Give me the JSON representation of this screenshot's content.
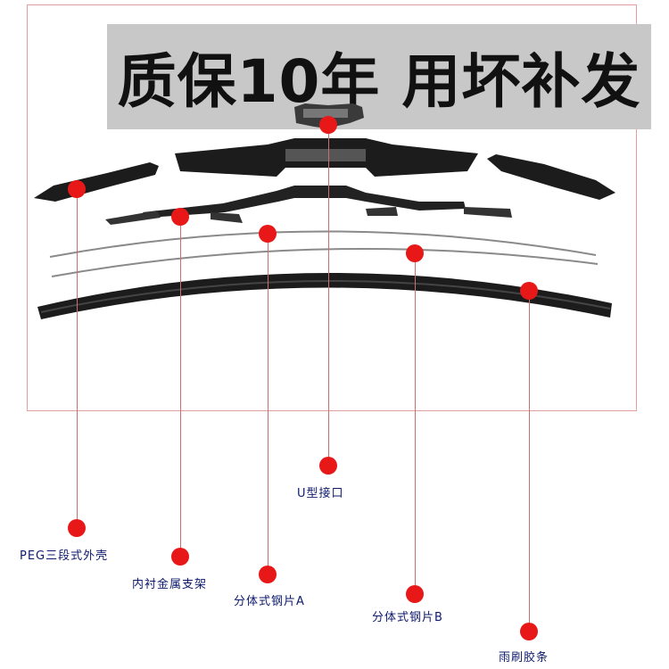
{
  "banner": {
    "text": "质保10年 用坏补发"
  },
  "labels": {
    "u_connector": "U型接口",
    "shell": "PEG三段式外壳",
    "bracket": "内衬金属支架",
    "steel_a": "分体式钢片A",
    "steel_b": "分体式钢片B",
    "rubber": "雨刷胶条"
  },
  "colors": {
    "dot": "#e81818",
    "label": "#0e1a6e",
    "banner_bg": "#c8c8c8",
    "part": "#1c1c1c"
  }
}
